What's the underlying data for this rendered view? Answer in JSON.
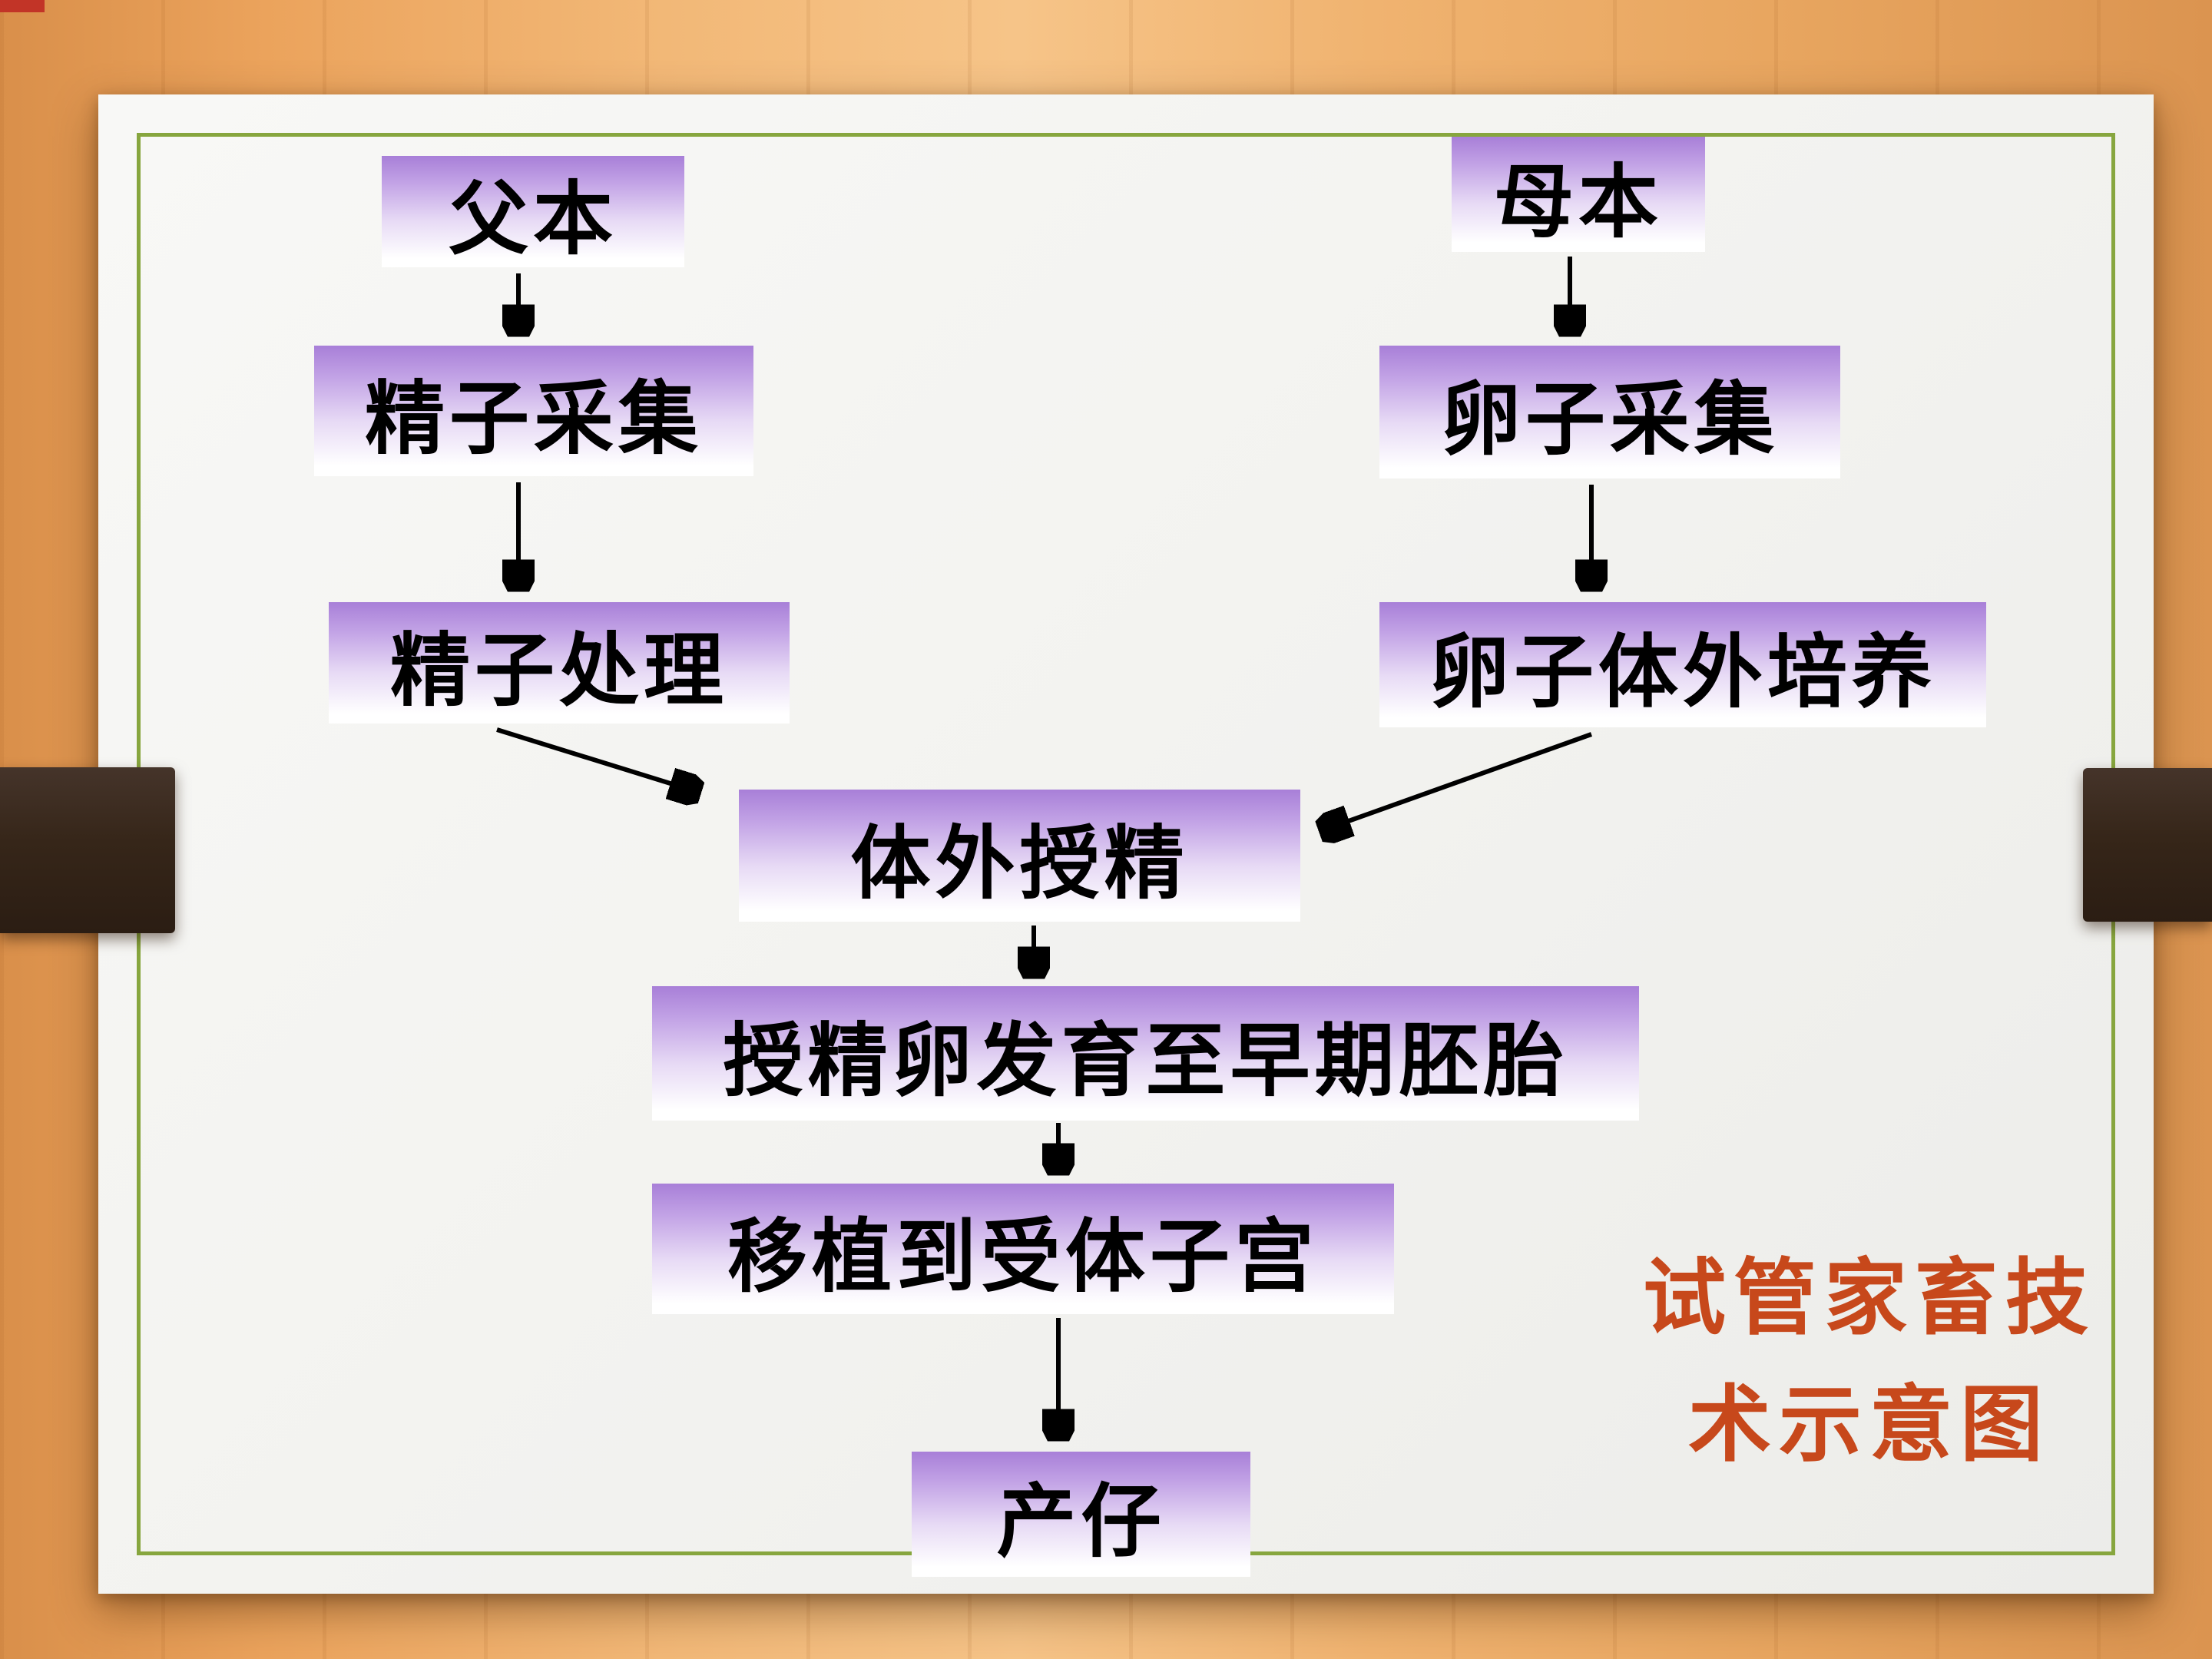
{
  "slide": {
    "title_lines": {
      "0": "试管家畜技",
      "1": "术示意图"
    },
    "title_color": "#c7481b"
  },
  "flowchart": {
    "nodes": [
      {
        "id": "father",
        "label": "父本"
      },
      {
        "id": "mother",
        "label": "母本"
      },
      {
        "id": "sperm-collection",
        "label": "精子采集"
      },
      {
        "id": "egg-collection",
        "label": "卵子采集"
      },
      {
        "id": "sperm-processing",
        "label": "精子处理"
      },
      {
        "id": "egg-culture",
        "label": "卵子体外培养"
      },
      {
        "id": "ivf",
        "label": "体外授精"
      },
      {
        "id": "embryo",
        "label": "授精卵发育至早期胚胎"
      },
      {
        "id": "transfer",
        "label": "移植到受体子宫"
      },
      {
        "id": "birth",
        "label": "产仔"
      }
    ],
    "edges": [
      {
        "from": "father",
        "to": "sperm-collection"
      },
      {
        "from": "mother",
        "to": "egg-collection"
      },
      {
        "from": "sperm-collection",
        "to": "sperm-processing"
      },
      {
        "from": "egg-collection",
        "to": "egg-culture"
      },
      {
        "from": "sperm-processing",
        "to": "ivf"
      },
      {
        "from": "egg-culture",
        "to": "ivf"
      },
      {
        "from": "ivf",
        "to": "embryo"
      },
      {
        "from": "embryo",
        "to": "transfer"
      },
      {
        "from": "transfer",
        "to": "birth"
      }
    ]
  },
  "colors": {
    "node_gradient_top": "#a87fd8",
    "node_gradient_bottom": "#ffffff",
    "frame_green": "#87a63e",
    "arrow": "#000000",
    "wood_base": "#eba35c",
    "clip_brown": "#362619",
    "slide_paper": "#f2f2ef"
  }
}
